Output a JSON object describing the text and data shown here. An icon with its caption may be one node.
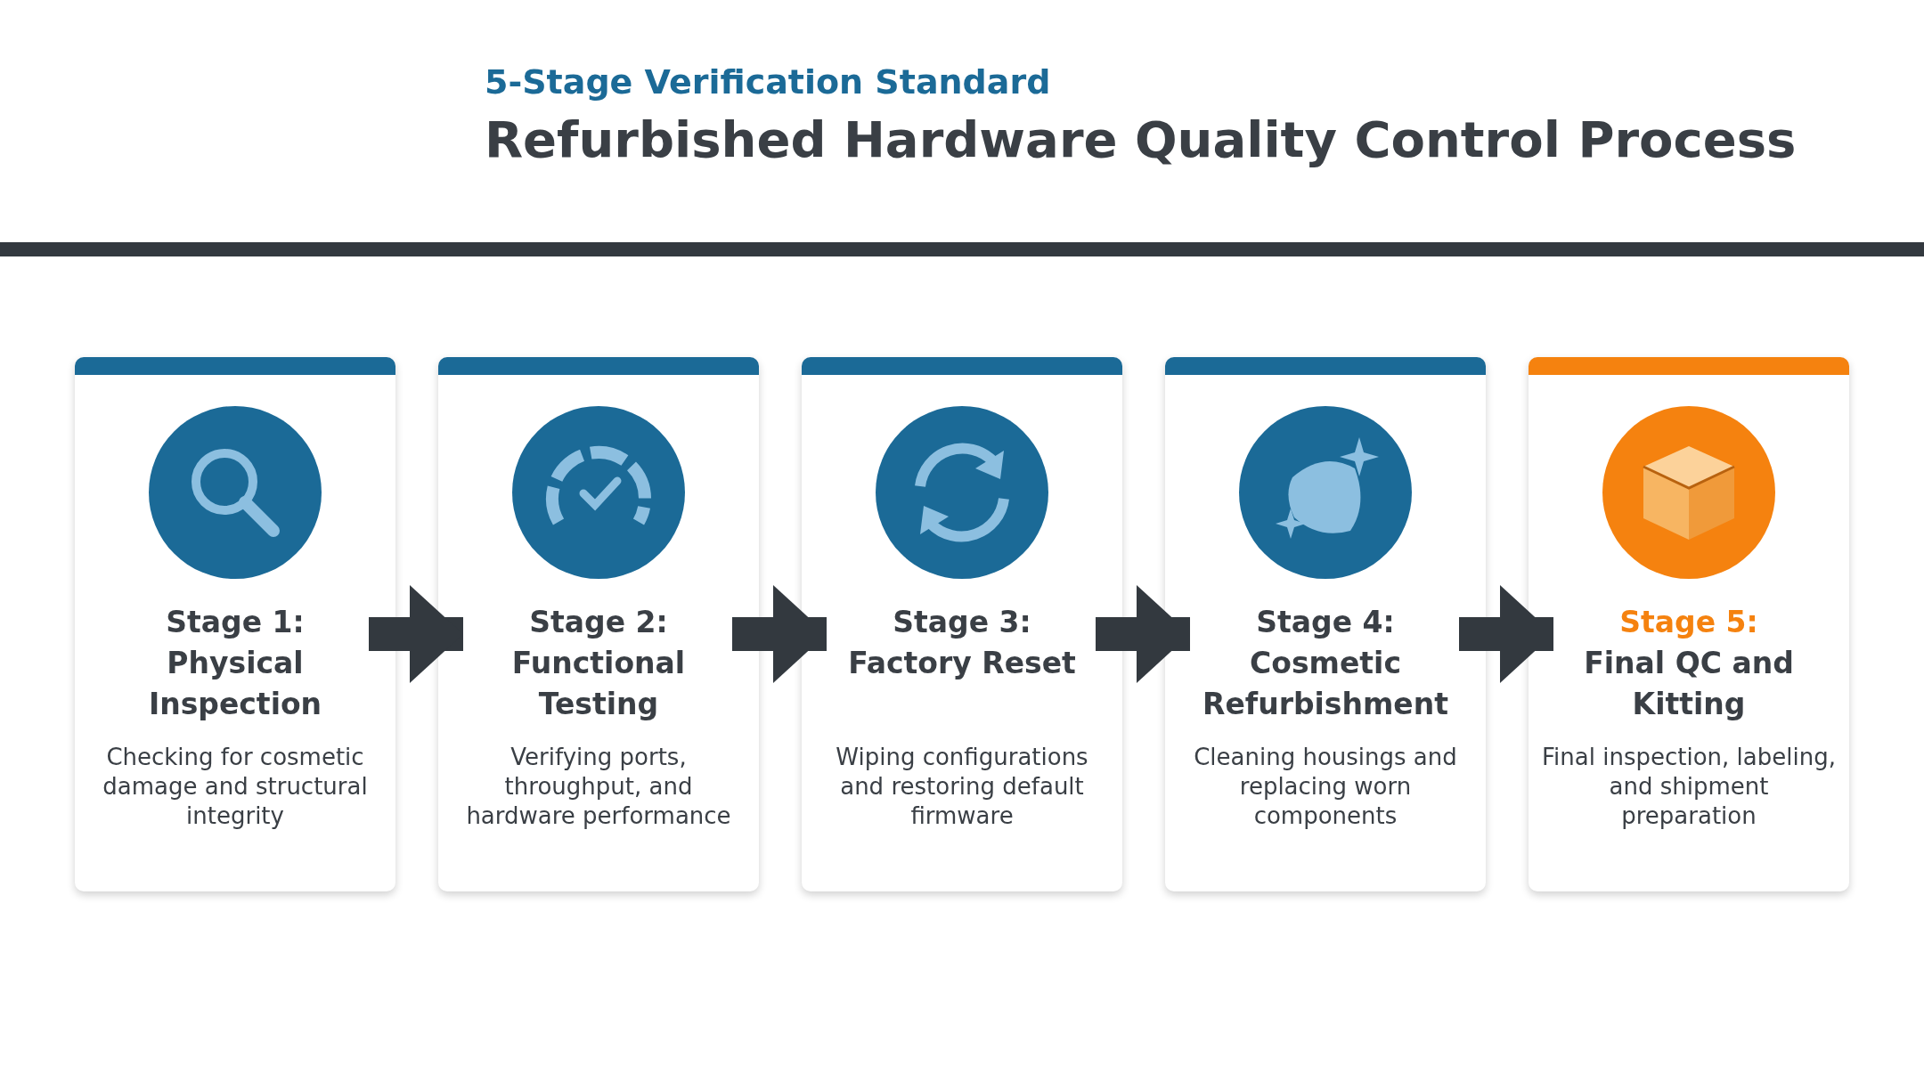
{
  "diagram": {
    "title": "Refurbished Hardware Quality Control Process",
    "caption": "5-Stage Verification Standard",
    "nodes": [
      {
        "text": [
          "Stage 1:",
          "Physical Inspection",
          "Checking for cosmetic damage and structural integrity"
        ]
      },
      {
        "text": [
          "Stage 2:",
          "Functional Testing",
          "Verifying ports, throughput, and hardware performance"
        ]
      },
      {
        "text": [
          "Stage 3:",
          "Factory Reset",
          "Wiping configurations and restoring default firmware"
        ]
      },
      {
        "text": [
          "Stage 4:",
          "Cosmetic Refurbishment",
          "Cleaning housings and replacing worn components"
        ]
      },
      {
        "text": [
          "Stage 5:",
          "Final QC and Kitting",
          "Final inspection, labeling, and shipment preparation"
        ]
      }
    ],
    "edges": [
      {
        "from": 0,
        "to": 1,
        "arrow": "to"
      },
      {
        "from": 1,
        "to": 2,
        "arrow": "to"
      },
      {
        "from": 2,
        "to": 3,
        "arrow": "to"
      },
      {
        "from": 3,
        "to": 4,
        "arrow": "to"
      }
    ]
  }
}
